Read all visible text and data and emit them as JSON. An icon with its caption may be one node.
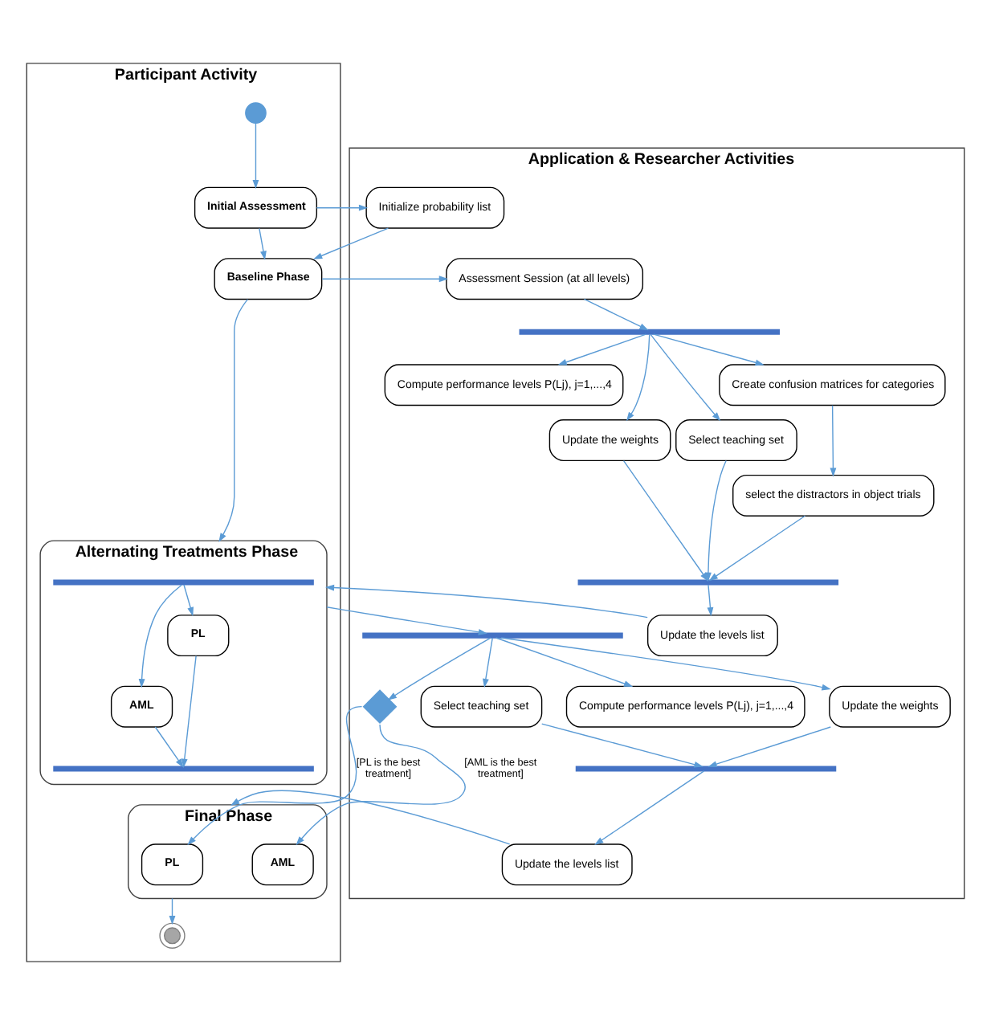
{
  "diagram": {
    "nodes": [
      {
        "text": [
          "Participant Activity"
        ]
      },
      {
        "text": [
          "Application & Researcher Activities"
        ]
      },
      {
        "text": [],
        "shape": "circle",
        "in": 0
      },
      {
        "text": [
          "Initial Assessment"
        ],
        "in": 0
      },
      {
        "text": [
          "Initialize probability list"
        ],
        "in": 1
      },
      {
        "text": [
          "Baseline Phase"
        ],
        "in": 0
      },
      {
        "text": [
          "Assessment Session (at all levels)"
        ],
        "in": 1
      },
      {
        "text": [],
        "shape": "bar",
        "in": 1
      },
      {
        "text": [
          "Create confusion matrices for categories"
        ],
        "in": 1
      },
      {
        "text": [
          "Compute performance levels P(Lj), j=1,...,4"
        ],
        "in": 1
      },
      {
        "text": [
          "Update the weights"
        ],
        "in": 1
      },
      {
        "text": [
          "Select teaching set"
        ],
        "in": 1
      },
      {
        "text": [
          "select the distractors in object trials"
        ],
        "in": 1
      },
      {
        "text": [],
        "shape": "bar",
        "in": 1
      },
      {
        "text": [
          "Update the levels list"
        ],
        "in": 1
      },
      {
        "text": [
          "Alternating Treatments Phase"
        ],
        "in": 0
      },
      {
        "text": [],
        "shape": "bar",
        "in": 15
      },
      {
        "text": [
          "PL"
        ],
        "in": 15
      },
      {
        "text": [
          "AML"
        ],
        "in": 15
      },
      {
        "text": [],
        "shape": "bar",
        "in": 15
      },
      {
        "text": [],
        "shape": "bar",
        "in": 1
      },
      {
        "text": [],
        "shape": "diamond",
        "in": 1
      },
      {
        "text": [
          "Compute performance levels P(Lj), j=1,...,4"
        ],
        "in": 1
      },
      {
        "text": [
          "Update the weights"
        ],
        "in": 1
      },
      {
        "text": [
          "Select teaching set"
        ],
        "in": 1
      },
      {
        "text": [],
        "shape": "bar",
        "in": 1
      },
      {
        "text": [
          "Update the levels list"
        ],
        "in": 1
      },
      {
        "text": [
          "Final Phase"
        ],
        "in": 0
      },
      {
        "text": [
          "PL"
        ],
        "in": 27
      },
      {
        "text": [
          "AML"
        ],
        "in": 27
      },
      {
        "text": [],
        "shape": "circle",
        "in": 0
      }
    ],
    "edges": [
      {
        "from": 2,
        "to": 3,
        "arrow": "to"
      },
      {
        "from": 3,
        "to": 4,
        "arrow": "to"
      },
      {
        "from": 4,
        "to": 5,
        "arrow": "to"
      },
      {
        "from": 3,
        "to": 5,
        "arrow": "to"
      },
      {
        "from": 5,
        "to": 6,
        "arrow": "to"
      },
      {
        "from": 6,
        "to": 7,
        "arrow": "to"
      },
      {
        "from": 7,
        "to": 8,
        "arrow": "to"
      },
      {
        "from": 7,
        "to": 9,
        "arrow": "to"
      },
      {
        "from": 7,
        "to": 10,
        "arrow": "to"
      },
      {
        "from": 7,
        "to": 11,
        "arrow": "to"
      },
      {
        "from": 8,
        "to": 12,
        "arrow": "to"
      },
      {
        "from": 12,
        "to": 13,
        "arrow": "to"
      },
      {
        "from": 10,
        "to": 13,
        "arrow": "to"
      },
      {
        "from": 11,
        "to": 13,
        "arrow": "to"
      },
      {
        "from": 13,
        "to": 14,
        "arrow": "to"
      },
      {
        "from": 5,
        "to": 15,
        "arrow": "to"
      },
      {
        "from": 14,
        "to": 15,
        "arrow": "to"
      },
      {
        "from": 16,
        "to": 17,
        "arrow": "to"
      },
      {
        "from": 16,
        "to": 18,
        "arrow": "to"
      },
      {
        "from": 17,
        "to": 19,
        "arrow": "to"
      },
      {
        "from": 18,
        "to": 19,
        "arrow": "to"
      },
      {
        "from": 15,
        "to": 20,
        "arrow": "to"
      },
      {
        "from": 20,
        "to": 21,
        "arrow": "to"
      },
      {
        "from": 20,
        "to": 22,
        "arrow": "to"
      },
      {
        "from": 20,
        "to": 23,
        "arrow": "to"
      },
      {
        "from": 20,
        "to": 24,
        "arrow": "to"
      },
      {
        "from": 21,
        "to": 28,
        "arrow": "to",
        "label": "[PL is the best treatment]"
      },
      {
        "from": 21,
        "to": 29,
        "arrow": "to",
        "label": "[AML is the best treatment]"
      },
      {
        "from": 23,
        "to": 25,
        "arrow": "to"
      },
      {
        "from": 24,
        "to": 25,
        "arrow": "to"
      },
      {
        "from": 25,
        "to": 26,
        "arrow": "to"
      },
      {
        "from": 26,
        "to": 27,
        "arrow": "to"
      },
      {
        "from": 27,
        "to": 30,
        "arrow": "to"
      }
    ]
  }
}
